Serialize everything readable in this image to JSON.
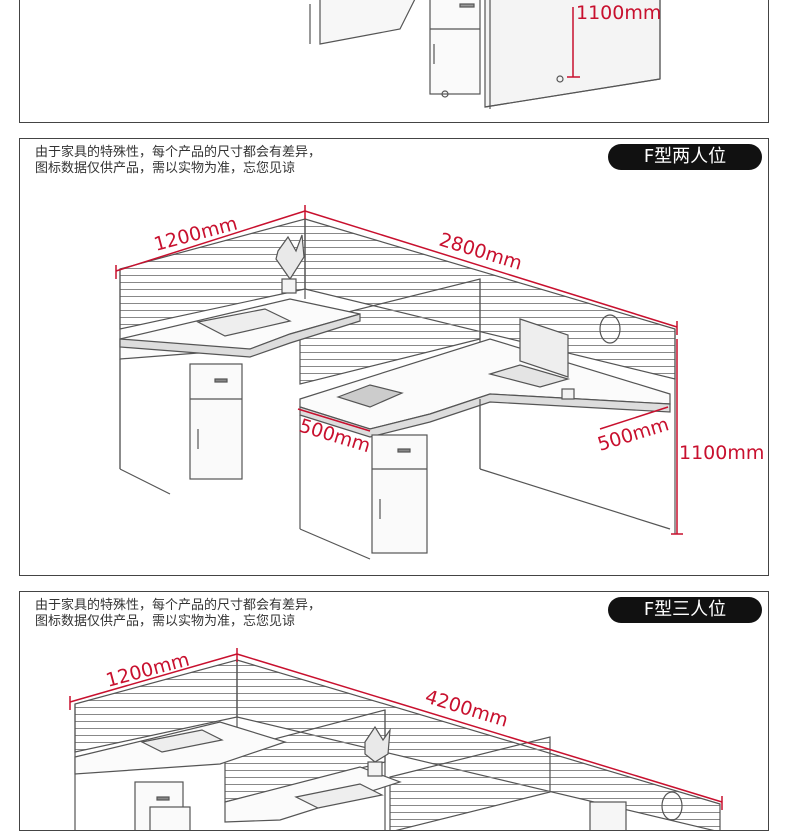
{
  "sections": [
    {
      "dimensions": {
        "height": "1100mm"
      }
    },
    {
      "note_line1": "由于家具的特殊性，每个产品的尺寸都会有差异，",
      "note_line2": "图标数据仅供产品，需以实物为准，忘您见谅",
      "badge": "F型两人位",
      "dimensions": {
        "width": "1200mm",
        "length": "2800mm",
        "depth_left": "500mm",
        "depth_right": "500mm",
        "height": "1100mm"
      }
    },
    {
      "note_line1": "由于家具的特殊性，每个产品的尺寸都会有差异，",
      "note_line2": "图标数据仅供产品，需以实物为准，忘您见谅",
      "badge": "F型三人位",
      "dimensions": {
        "width": "1200mm",
        "length": "4200mm"
      }
    }
  ],
  "colors": {
    "dimension": "#c8102e",
    "badge_bg": "#111111",
    "line": "#555555"
  }
}
